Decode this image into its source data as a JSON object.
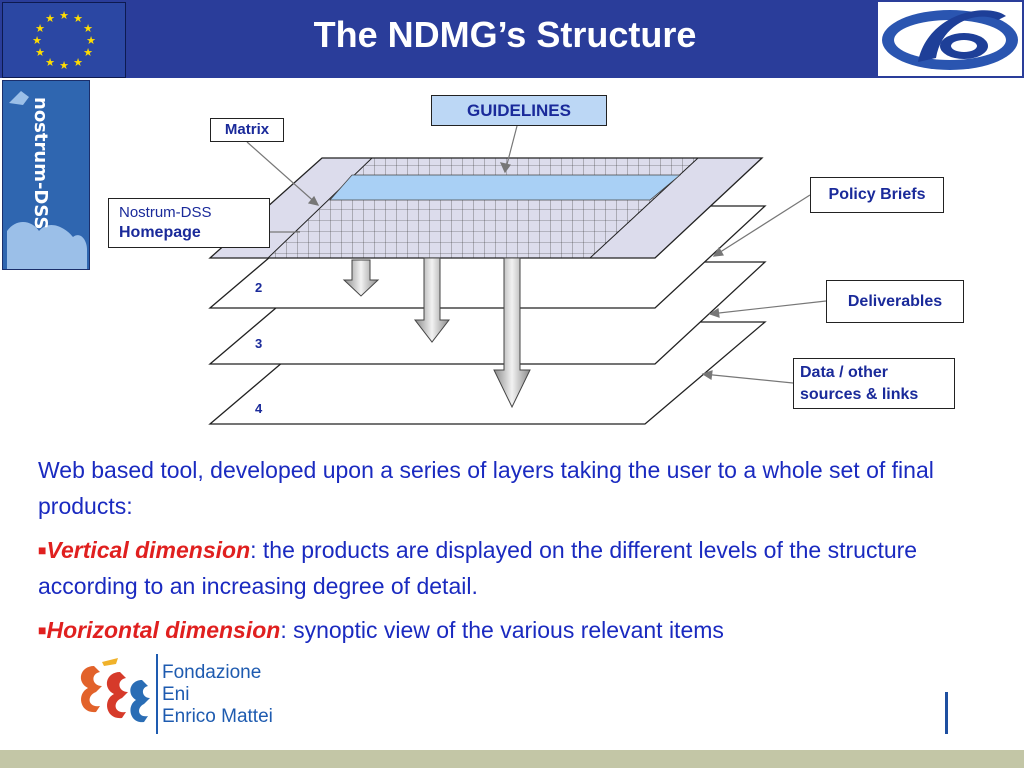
{
  "header": {
    "title": "The NDMG’s Structure",
    "eu_flag_icon": "eu-flag-icon",
    "fp6_logo_icon": "fp6-logo-icon"
  },
  "sidebar_logo": {
    "icon": "nostrum-dss-logo-icon",
    "text": "nostrum-DSS"
  },
  "diagram": {
    "guidelines_label": "GUIDELINES",
    "matrix_label": "Matrix",
    "homepage_line1": "Nostrum-DSS",
    "homepage_line2": "Homepage",
    "policy_briefs_label": "Policy Briefs",
    "deliverables_label": "Deliverables",
    "data_sources_line1": "Data / other",
    "data_sources_line2": "sources & links",
    "layer_numbers": [
      "2",
      "3",
      "4"
    ]
  },
  "body": {
    "intro": "Web based tool, developed upon a series of layers taking the user to a whole set of final products:",
    "bullets": [
      {
        "term": "Vertical dimension",
        "text": ": the products are displayed on the different levels of the structure according to an increasing degree of detail."
      },
      {
        "term": "Horizontal dimension",
        "text": ": synoptic view of the various relevant items"
      }
    ]
  },
  "footer": {
    "logo_icon": "feem-logo-icon",
    "org_line1": "Fondazione",
    "org_line2": "Eni",
    "org_line3": "Enrico Mattei"
  },
  "colors": {
    "header_bg": "#2a3d9a",
    "body_text": "#1a2ac0",
    "accent_red": "#e0201f",
    "label_blue": "#1a2a9a",
    "guidelines_fill": "#bcd7f5",
    "footer_band": "#c3c6a6"
  }
}
